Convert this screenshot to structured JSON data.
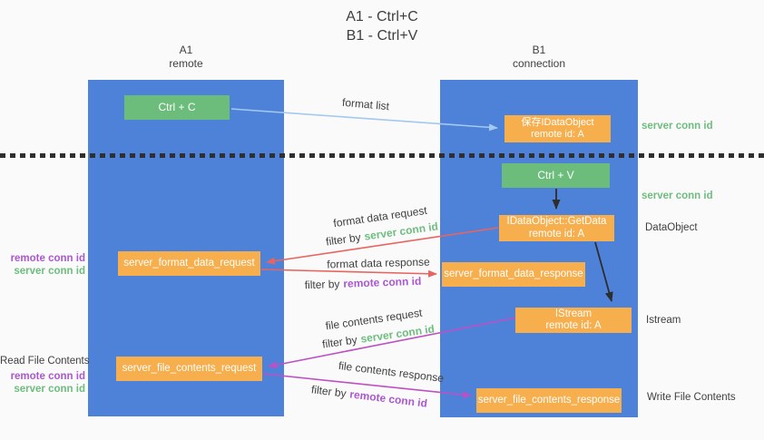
{
  "title": {
    "line1": "A1 - Ctrl+C",
    "line2": "B1 - Ctrl+V"
  },
  "lanes": {
    "left": {
      "title": "A1",
      "subtitle": "remote"
    },
    "right": {
      "title": "B1",
      "subtitle": "connection"
    }
  },
  "nodes": {
    "ctrl_c": {
      "label": "Ctrl + C"
    },
    "ctrl_v": {
      "label": "Ctrl + V"
    },
    "save_dataobject": {
      "line1": "保存IDataObject",
      "line2": "remote id: A"
    },
    "getdata": {
      "line1": "IDataObject::GetData",
      "line2": "remote id: A"
    },
    "istream": {
      "line1": "IStream",
      "line2": "remote id: A"
    },
    "server_format_data_request": {
      "label": "server_format_data_request"
    },
    "server_format_data_response": {
      "label": "server_format_data_response"
    },
    "server_file_contents_request": {
      "label": "server_file_contents_request"
    },
    "server_file_contents_response": {
      "label": "server_file_contents_response"
    }
  },
  "edges": {
    "format_list": {
      "label": "format list"
    },
    "format_data_request": {
      "label": "format data request",
      "filter_prefix": "filter by",
      "filter_key": "server conn id"
    },
    "format_data_response": {
      "label": "format data response",
      "filter_prefix": "filter by",
      "filter_key": "remote conn id"
    },
    "file_contents_request": {
      "label": "file contents request",
      "filter_prefix": "filter by",
      "filter_key": "server conn id"
    },
    "file_contents_response": {
      "label": "file contents response",
      "filter_prefix": "filter by",
      "filter_key": "remote conn id"
    }
  },
  "side_labels": {
    "right": {
      "server_conn_id_top": "server conn id",
      "server_conn_id_mid": "server conn id",
      "dataobject": "DataObject",
      "istream": "Istream",
      "write_file_contents": "Write File Contents"
    },
    "left": {
      "remote_conn_id_top": "remote conn id",
      "server_conn_id_top": "server conn id",
      "read_file_contents": "Read File Contents",
      "remote_conn_id_bottom": "remote conn id",
      "server_conn_id_bottom": "server conn id"
    }
  },
  "colors": {
    "lane_blue": "#4e82d8",
    "box_green": "#6cbd7c",
    "box_orange": "#f7ae4d",
    "arrow_blue": "#a3c9ee",
    "arrow_red": "#e96460",
    "arrow_purple": "#bc50c4",
    "arrow_black": "#2d2d2d",
    "text_dark": "#3f3f3f",
    "text_green": "#6ebd7e",
    "text_purple": "#ab57d0",
    "dotted_line": "#2f2f2f",
    "background": "#fafafa"
  }
}
